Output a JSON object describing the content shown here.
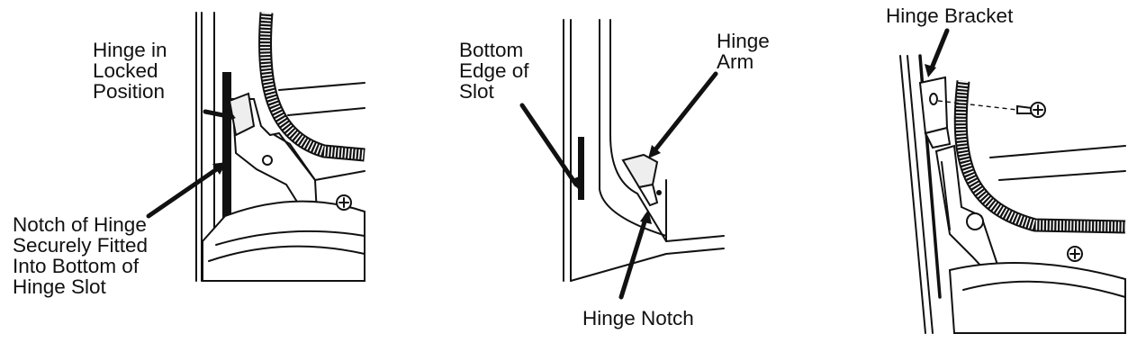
{
  "diagram1": {
    "label_top": "Hinge in\nLocked\nPosition",
    "label_bottom": "Notch of Hinge\nSecurely Fitted\nInto Bottom of\nHinge Slot"
  },
  "diagram2": {
    "label_left": "Bottom\nEdge of\nSlot",
    "label_right": "Hinge\nArm",
    "label_bottom": "Hinge Notch"
  },
  "diagram3": {
    "label_top": "Hinge Bracket"
  }
}
